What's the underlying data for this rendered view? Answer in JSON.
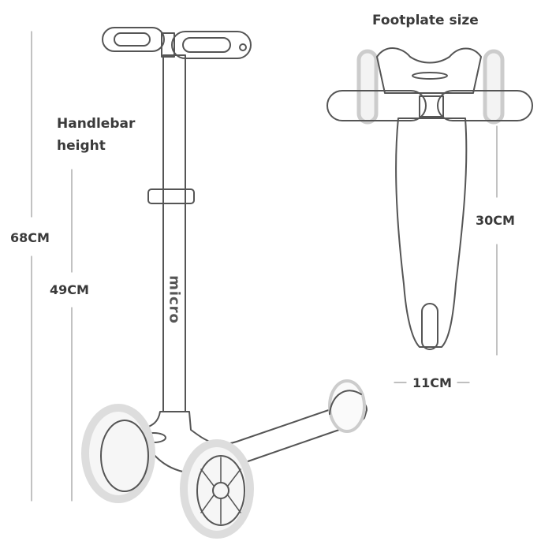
{
  "labels": {
    "footplate_size": "Footplate size",
    "handlebar_height_line1": "Handlebar",
    "handlebar_height_line2": "height"
  },
  "dimensions": {
    "total_height": "68CM",
    "handlebar_height": "49CM",
    "footplate_length": "30CM",
    "footplate_width": "11CM"
  },
  "logo": "micro",
  "colors": {
    "line": "#555555",
    "dim_line": "#999999",
    "glow": "#d8d8d8"
  }
}
